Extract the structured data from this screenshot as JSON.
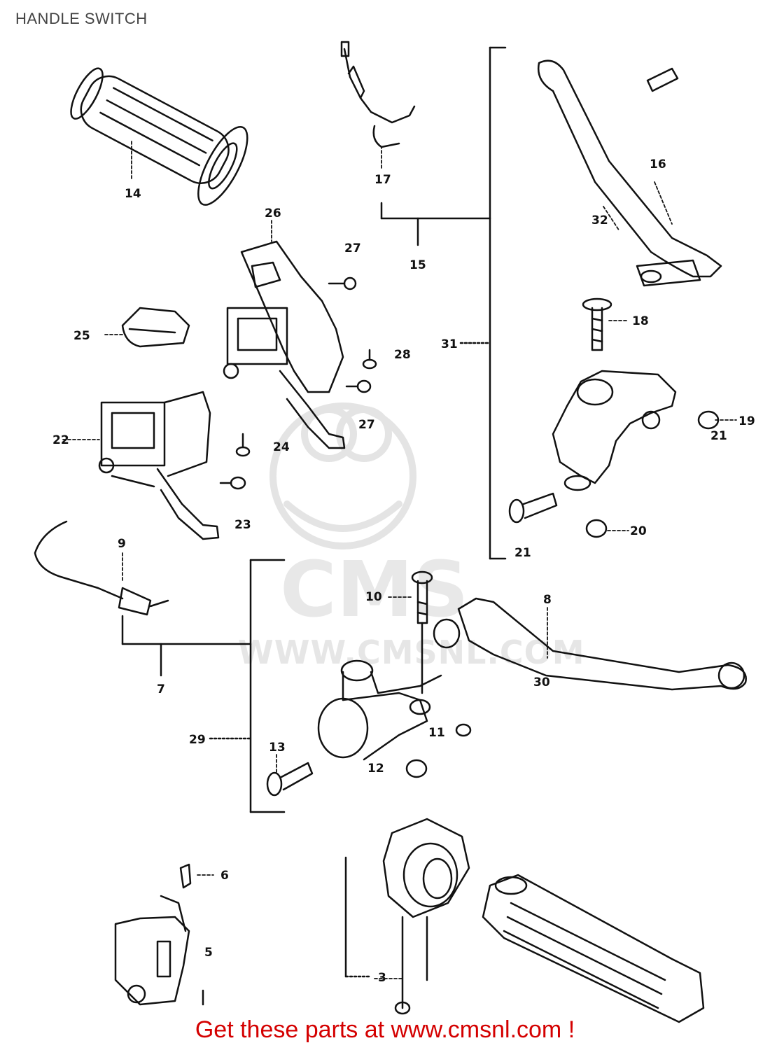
{
  "page": {
    "title": "HANDLE SWITCH",
    "footer": "Get these parts at www.cmsnl.com !"
  },
  "watermark": {
    "logo_text": "CMS",
    "url_text": "WWW.CMSNL.COM"
  },
  "callouts": [
    {
      "id": "14",
      "label": "14"
    },
    {
      "id": "17",
      "label": "17"
    },
    {
      "id": "15",
      "label": "15"
    },
    {
      "id": "31",
      "label": "31"
    },
    {
      "id": "16",
      "label": "16"
    },
    {
      "id": "32",
      "label": "32"
    },
    {
      "id": "26",
      "label": "26"
    },
    {
      "id": "27a",
      "label": "27"
    },
    {
      "id": "25",
      "label": "25"
    },
    {
      "id": "28",
      "label": "28"
    },
    {
      "id": "27b",
      "label": "27"
    },
    {
      "id": "22",
      "label": "22"
    },
    {
      "id": "24",
      "label": "24"
    },
    {
      "id": "23",
      "label": "23"
    },
    {
      "id": "18",
      "label": "18"
    },
    {
      "id": "19",
      "label": "19"
    },
    {
      "id": "20",
      "label": "20"
    },
    {
      "id": "21a",
      "label": "21"
    },
    {
      "id": "21b",
      "label": "21"
    },
    {
      "id": "9",
      "label": "9"
    },
    {
      "id": "7",
      "label": "7"
    },
    {
      "id": "10",
      "label": "10"
    },
    {
      "id": "8",
      "label": "8"
    },
    {
      "id": "30",
      "label": "30"
    },
    {
      "id": "29",
      "label": "29"
    },
    {
      "id": "11",
      "label": "11"
    },
    {
      "id": "13",
      "label": "13"
    },
    {
      "id": "12",
      "label": "12"
    },
    {
      "id": "6",
      "label": "6"
    },
    {
      "id": "5",
      "label": "5"
    },
    {
      "id": "3",
      "label": "3"
    }
  ],
  "colors": {
    "line": "#111111",
    "footer_text": "#d40000",
    "title_text": "#444444",
    "watermark": "#e4e4e4"
  }
}
